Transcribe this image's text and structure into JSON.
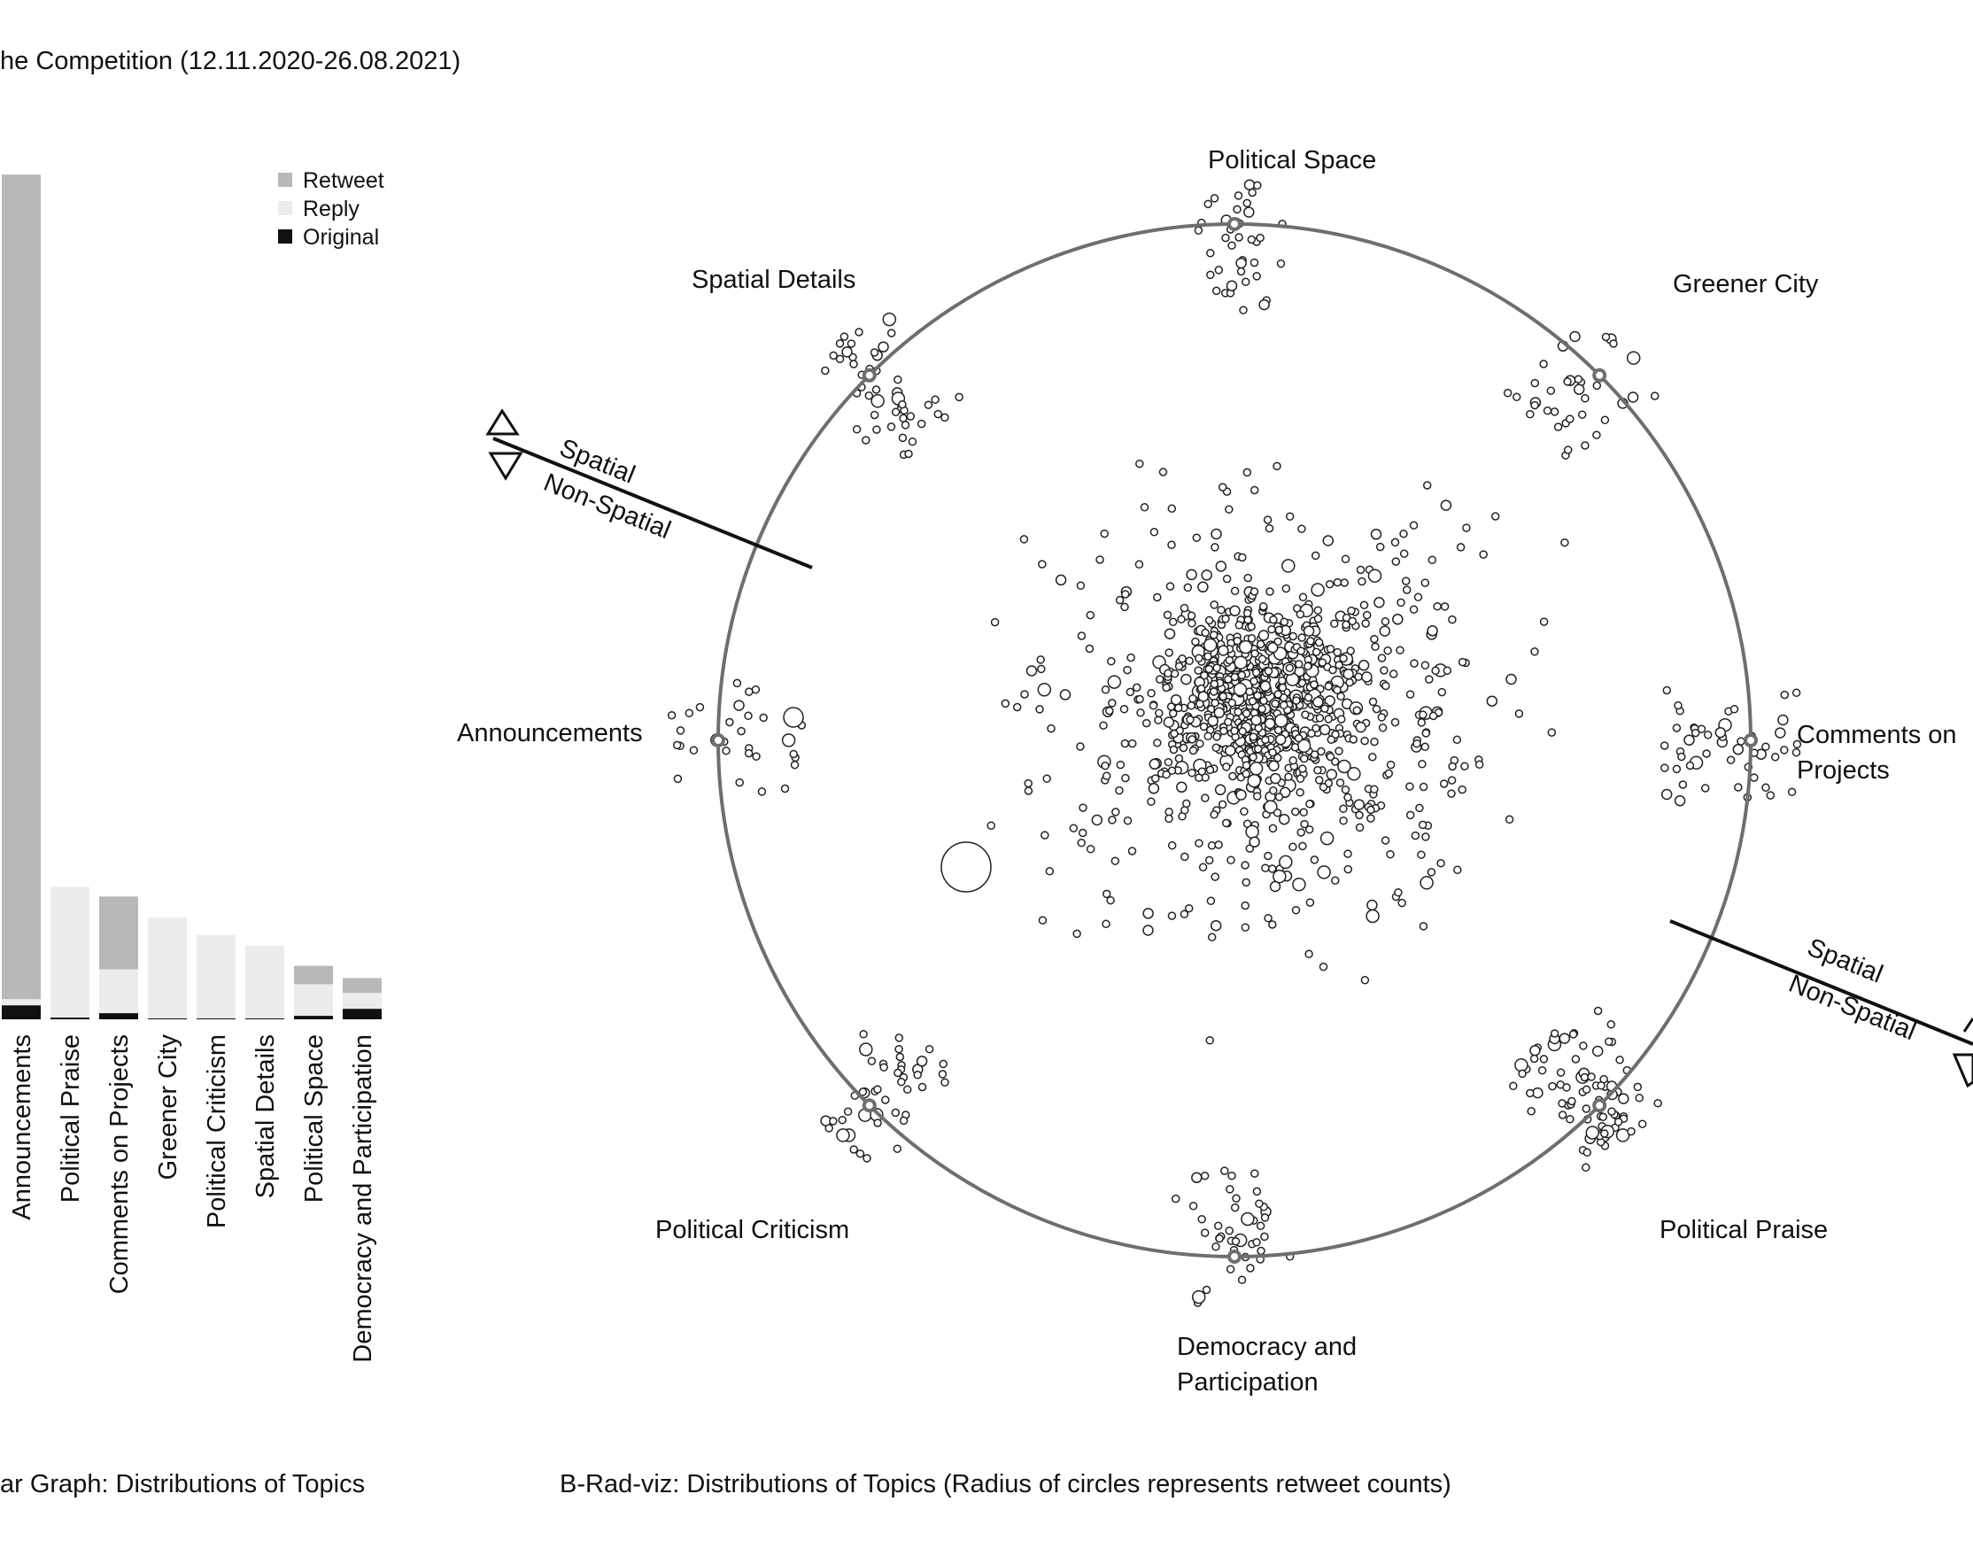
{
  "header": {
    "title_fragment": "he Competition (12.11.2020-26.08.2021)"
  },
  "bar_chart": {
    "legend": {
      "retweet": "Retweet",
      "reply": "Reply",
      "original": "Original"
    },
    "caption": "ar Graph: Distributions of Topics"
  },
  "radviz": {
    "anchors": {
      "political_space": "Political Space",
      "greener_city": "Greener City",
      "comments_line1": "Comments on",
      "comments_line2": "Projects",
      "political_praise": "Political Praise",
      "democracy_line1": "Democracy and",
      "democracy_line2": "Participation",
      "political_criticism": "Political Criticism",
      "announcements": "Announcements",
      "spatial_details": "Spatial Details"
    },
    "divider_upper": {
      "spatial": "Spatial",
      "non_spatial": "Non-Spatial"
    },
    "divider_lower": {
      "spatial": "Spatial",
      "non_spatial": "Non-Spatial"
    },
    "caption": "B-Rad-viz: Distributions of Topics (Radius of circles represents retweet counts)"
  },
  "colors": {
    "retweet": "#b8b8b8",
    "reply": "#ececec",
    "original": "#111111",
    "ring": "#6e6e6e"
  },
  "chart_data": [
    {
      "type": "bar",
      "stacked": true,
      "title": "ar Graph: Distributions of Topics",
      "categories": [
        "Announcements",
        "Political Praise",
        "Comments on Projects",
        "Greener City",
        "Political Criticism",
        "Spatial Details",
        "Political Space",
        "Democracy and Participation"
      ],
      "series": [
        {
          "name": "Original",
          "values": [
            16,
            2,
            7,
            1,
            1,
            1,
            4,
            12
          ]
        },
        {
          "name": "Reply",
          "values": [
            7,
            149,
            50,
            115,
            95,
            83,
            36,
            18
          ]
        },
        {
          "name": "Retweet",
          "values": [
            940,
            0,
            83,
            0,
            0,
            0,
            21,
            17
          ]
        }
      ],
      "legend": "top-right",
      "grid": false
    },
    {
      "type": "scatter",
      "title": "B-Rad-viz: Distributions of Topics (Radius of circles represents retweet counts)",
      "anchors": [
        "Political Space",
        "Greener City",
        "Comments on Projects",
        "Political Praise",
        "Democracy and Participation",
        "Political Criticism",
        "Announcements",
        "Spatial Details"
      ],
      "point_count_approx": 1500,
      "divider_labels": [
        "Spatial",
        "Non-Spatial"
      ],
      "grid": false
    }
  ]
}
